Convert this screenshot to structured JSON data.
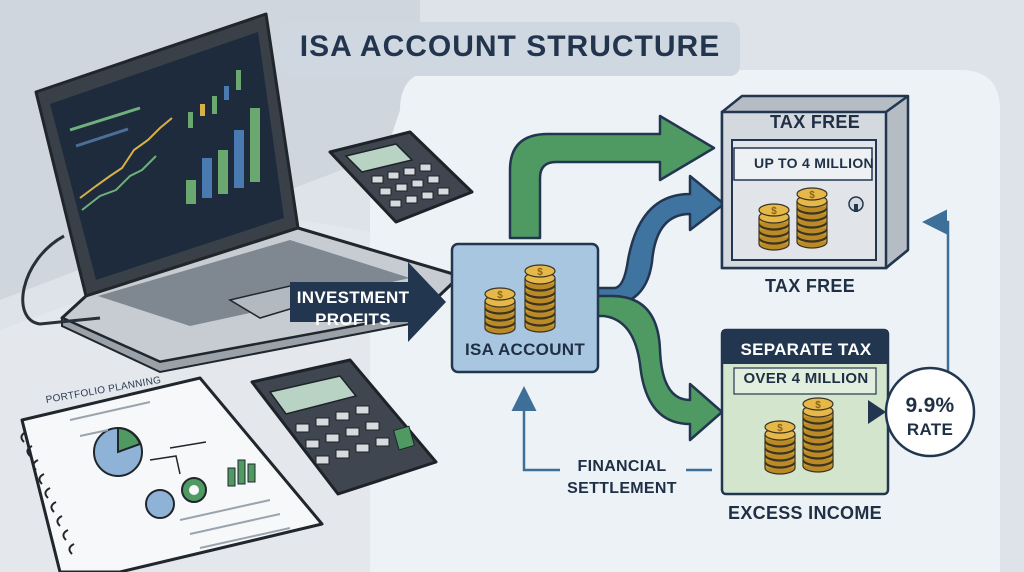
{
  "title": "ISA ACCOUNT STRUCTURE",
  "labels": {
    "investment_line1": "INVESTMENT",
    "investment_line2": "PROFITS",
    "isa_account": "ISA ACCOUNT",
    "tax_free_header": "TAX FREE",
    "up_to_4_million": "UP TO 4 MILLION",
    "tax_free_footer": "TAX FREE",
    "separate_tax": "SEPARATE TAX",
    "over_4_million": "OVER 4 MILLION",
    "excess_income": "EXCESS INCOME",
    "rate_value": "9.9%",
    "rate_word": "RATE",
    "settlement_line1": "FINANCIAL",
    "settlement_line2": "SETTLEMENT",
    "portfolio_planning": "PORTFOLIO PLANNING"
  },
  "colors": {
    "navy": "#233650",
    "green_arrow": "#4f9a62",
    "blue_arrow": "#3f73a0",
    "isa_box": "#a9c6e0",
    "safe": "#d4d9df",
    "separate_box": "#d3e6cd",
    "coin": "#d9a93a",
    "panel": "#edf2f6"
  },
  "icons": [
    "laptop-icon",
    "calculator-icon",
    "notebook-icon",
    "coin-stack-icon",
    "safe-icon",
    "keyhole-icon"
  ]
}
